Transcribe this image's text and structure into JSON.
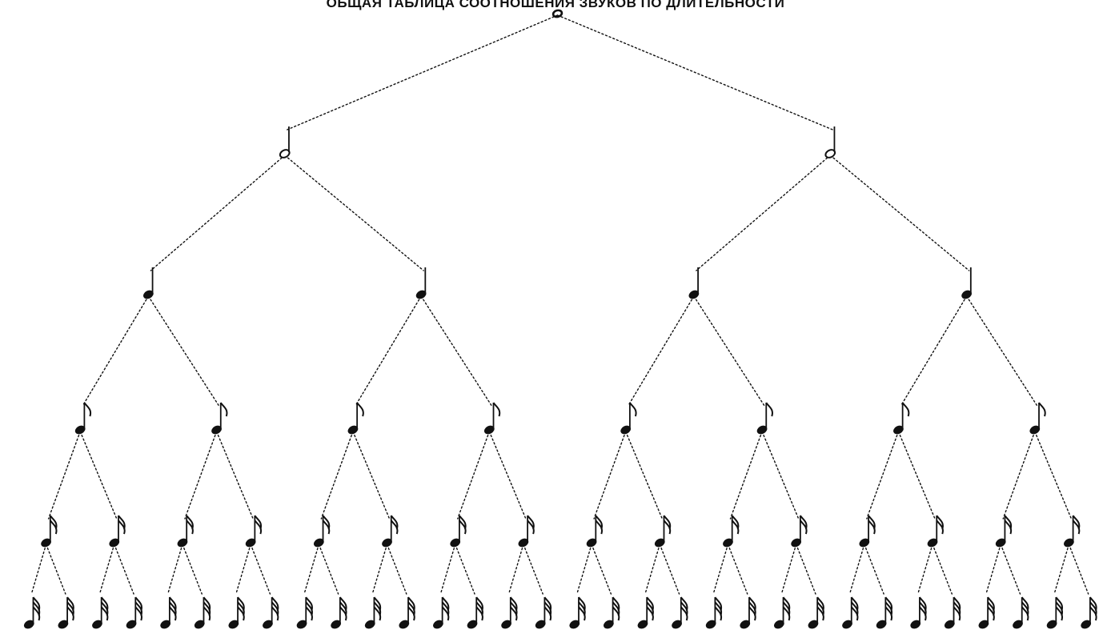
{
  "title": "ОБЩАЯ ТАБЛИЦА СООТНОШЕНИЯ ЗВУКОВ ПО ДЛИТЕЛЬНОСТИ",
  "tree": {
    "levels": [
      {
        "note": "whole",
        "count": 1
      },
      {
        "note": "half",
        "count": 2
      },
      {
        "note": "quarter",
        "count": 4
      },
      {
        "note": "eighth",
        "count": 8
      },
      {
        "note": "sixteenth",
        "count": 16
      },
      {
        "note": "thirty-second",
        "count": 32
      }
    ],
    "connector_style": "dotted",
    "ink_color": "#111111"
  }
}
